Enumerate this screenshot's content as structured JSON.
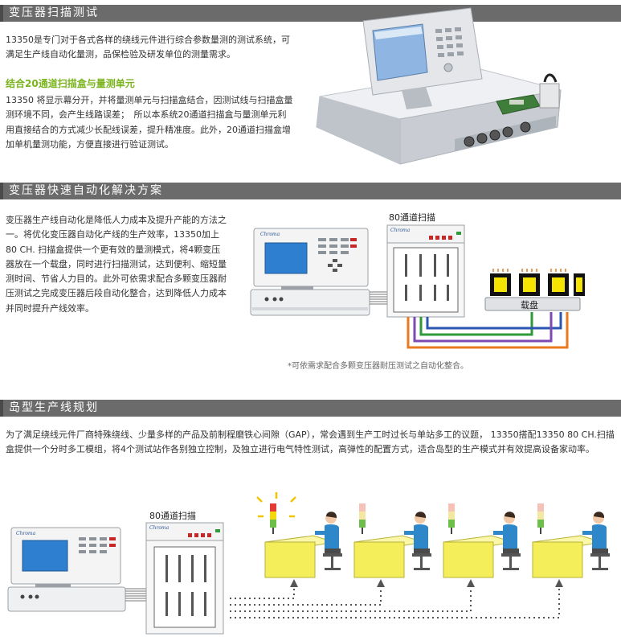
{
  "section1": {
    "title": "变压器扫描测试",
    "intro": "13350是专门对于各式各样的绕线元件进行综合参数量测的测试系统，可满足生产线自动化量测，品保检验及研发单位的测量需求。",
    "subheading": "结合20通道扫描盒与量测单元",
    "detail": "13350 将显示幕分开，并将量测单元与扫描盒结合，因测试线与扫描盒量测环境不同，会产生线路误差；　所以本系统20通道扫描盒与量测单元利用直接结合的方式减少长配线误差，提升精准度。此外，20通道扫描盒增加单机量测功能，方便直接进行验证测试。",
    "photo_name": "13350-product-photo"
  },
  "section2": {
    "title": "变压器快速自动化解决方案",
    "body": "变压器生产线自动化是降低人力成本及提升产能的方法之一。将优化变压器自动化产线的生产效率，13350加上 80 CH. 扫描盒提供一个更有效的量测模式，将4颗变压器放在一个载盘，同时进行扫描测试，达到便利、缩短量测时间、节省人力目的。此外可依需求配合多颗变压器耐压测试之完成变压器后段自动化整合，达到降低人力成本并同时提升产线效率。",
    "scanner_label": "80通道扫描",
    "tray_label": "载盘",
    "brand": "Chroma",
    "note": "*可依需求配合多颗变压器耐压测试之自动化整合。",
    "wire_colors": [
      "#2e9a3a",
      "#2a55b0",
      "#7c4ab0",
      "#e8791f"
    ]
  },
  "section3": {
    "title": "岛型生产线规划",
    "body": "为了满足绕线元件厂商特殊绕线、少量多样的产品及前制程磨铁心间隙（GAP），常会遇到生产工时过长与单站多工的议题， 13350搭配13350 80 CH.扫描盒提供一个分时多工模组，将4个测试站作各别独立控制，及独立进行电气特性测试，高弹性的配置方式，适合岛型的生产模式并有效提高设备家动率。",
    "scanner_label": "80通道扫描",
    "brand": "Chroma",
    "station_count": 4,
    "table_color": "#f3ee5a",
    "operator_color": "#2d87c9"
  }
}
